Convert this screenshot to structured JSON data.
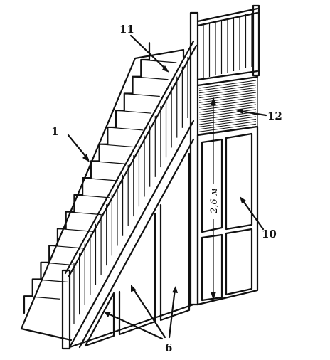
{
  "labels": {
    "stringer": "1",
    "handrail": "11",
    "landing_panel": "12",
    "door": "10",
    "under_stair_panels": "6",
    "height": "2,6 м"
  },
  "colors": {
    "ink": "#111111",
    "paper": "#ffffff"
  }
}
